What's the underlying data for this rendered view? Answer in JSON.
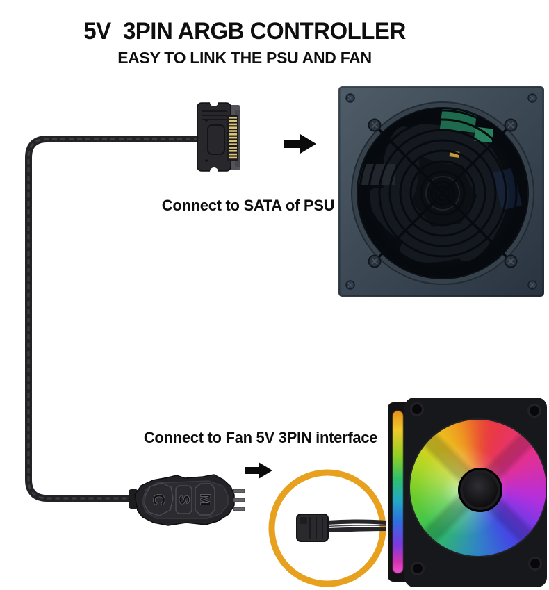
{
  "header": {
    "title": "5V  3PIN ARGB CONTROLLER",
    "subtitle": "EASY TO LINK THE PSU AND FAN"
  },
  "diagram": {
    "sata_step": {
      "label": "Connect to SATA of PSU"
    },
    "fan_step": {
      "label": "Connect to Fan 5V 3PIN interface"
    },
    "controller": {
      "buttons": [
        "C",
        "S",
        "M"
      ]
    }
  },
  "icons": {
    "psu_arrow": "right-arrow",
    "fan_arrow": "right-arrow"
  },
  "colors": {
    "text": "#0e0e0e",
    "arrow": "#0b0b0b",
    "cable": "#232327",
    "sata_pins": "#d9c477",
    "highlight_ring": "#E8A11E",
    "psu_panel_light": "#505e6a",
    "psu_panel_dark": "#2b3742",
    "fan_frame": "#17181b"
  }
}
